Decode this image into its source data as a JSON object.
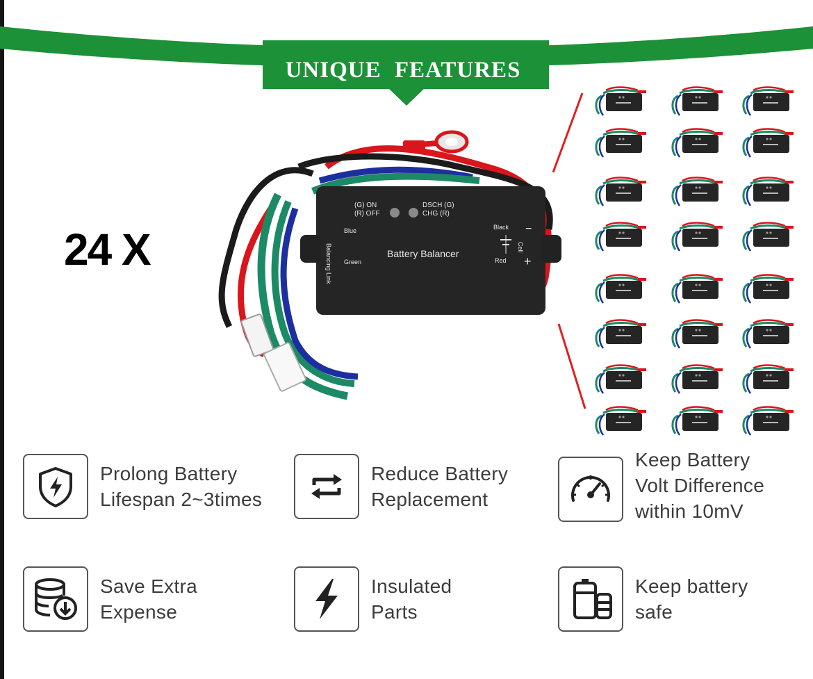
{
  "banner": {
    "title": "UNIQUE  FEATURES",
    "color": "#1c9138"
  },
  "quantity_label": "24 X",
  "product": {
    "name": "Battery Balancer",
    "led_left_line1": "(G) ON",
    "led_left_line2": "(R) OFF",
    "led_right_line1": "DSCH (G)",
    "led_right_line2": "CHG  (R)",
    "side_label": "Balancing Link",
    "wire_blue": "Blue",
    "wire_green": "Green",
    "terminal_black": "Black",
    "terminal_red": "Red",
    "cell_label": "Cell",
    "minus": "−",
    "plus": "+"
  },
  "unit_grid": {
    "rows": 8,
    "cols": 3,
    "count": 24
  },
  "features": [
    {
      "icon": "shield-bolt-icon",
      "lines": [
        "Prolong Battery",
        "Lifespan 2~3times"
      ]
    },
    {
      "icon": "swap-arrows-icon",
      "lines": [
        "Reduce Battery",
        "Replacement"
      ]
    },
    {
      "icon": "gauge-icon",
      "lines": [
        "Keep Battery",
        "Volt Difference",
        "within 10mV"
      ]
    },
    {
      "icon": "database-download-icon",
      "lines": [
        "Save Extra",
        "Expense"
      ]
    },
    {
      "icon": "lightning-icon",
      "lines": [
        "Insulated",
        "Parts"
      ]
    },
    {
      "icon": "battery-cells-icon",
      "lines": [
        "Keep battery",
        "safe"
      ]
    }
  ],
  "colors": {
    "text": "#3c3c3c",
    "wire_red": "#d9161c",
    "wire_green": "#1c8a64",
    "wire_blue": "#1d2fa0",
    "device": "#252525"
  }
}
